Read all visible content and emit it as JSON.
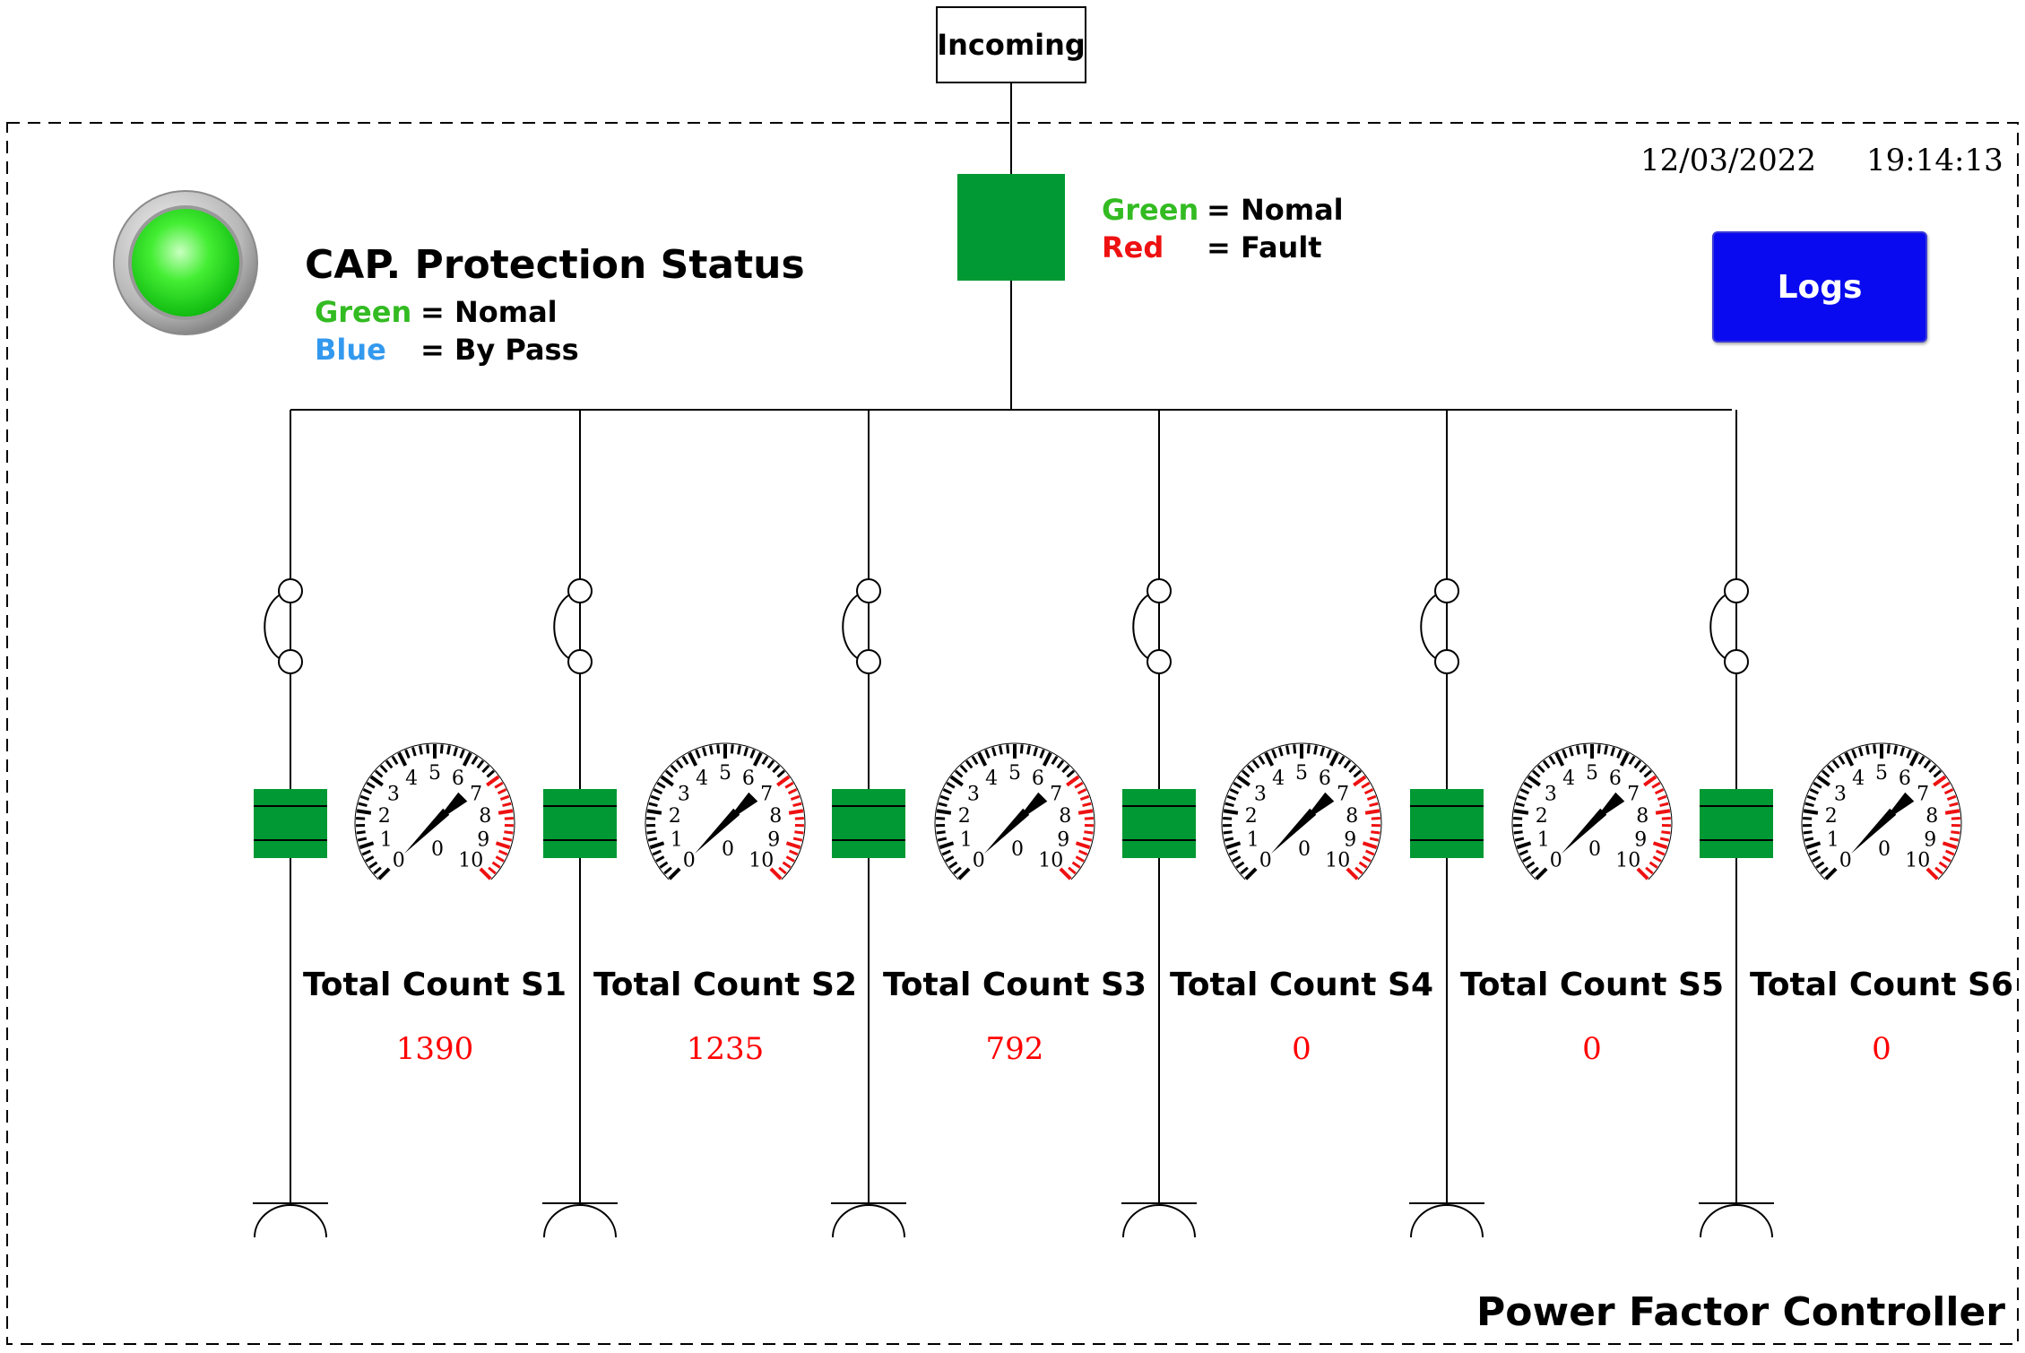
{
  "header": {
    "incoming_label": "Incoming",
    "date": "12/03/2022",
    "time": "19:14:13",
    "logs_button": "Logs",
    "footer_title": "Power Factor Controller"
  },
  "cap_status": {
    "title": "CAP. Protection Status",
    "indicator_color": "#22dd22",
    "legend": [
      {
        "key": "Green",
        "value": "= Nomal",
        "color": "#33bb22"
      },
      {
        "key": "Blue",
        "value": "= By Pass",
        "color": "#3399ee"
      }
    ]
  },
  "main_breaker": {
    "status_color": "#009933",
    "legend": [
      {
        "key": "Green",
        "value": "= Nomal",
        "color": "#33bb22"
      },
      {
        "key": "Red",
        "value": "= Fault",
        "color": "#ee1111"
      }
    ]
  },
  "gauge_scale": {
    "labels": [
      "0",
      "1",
      "2",
      "3",
      "4",
      "5",
      "6",
      "7",
      "8",
      "9",
      "10"
    ],
    "center_label": "0",
    "value": 0
  },
  "steps": [
    {
      "name": "Total Count S1",
      "count": "1390"
    },
    {
      "name": "Total Count S2",
      "count": "1235"
    },
    {
      "name": "Total Count S3",
      "count": "792"
    },
    {
      "name": "Total Count S4",
      "count": "0"
    },
    {
      "name": "Total Count S5",
      "count": "0"
    },
    {
      "name": "Total Count S6",
      "count": "0"
    }
  ]
}
